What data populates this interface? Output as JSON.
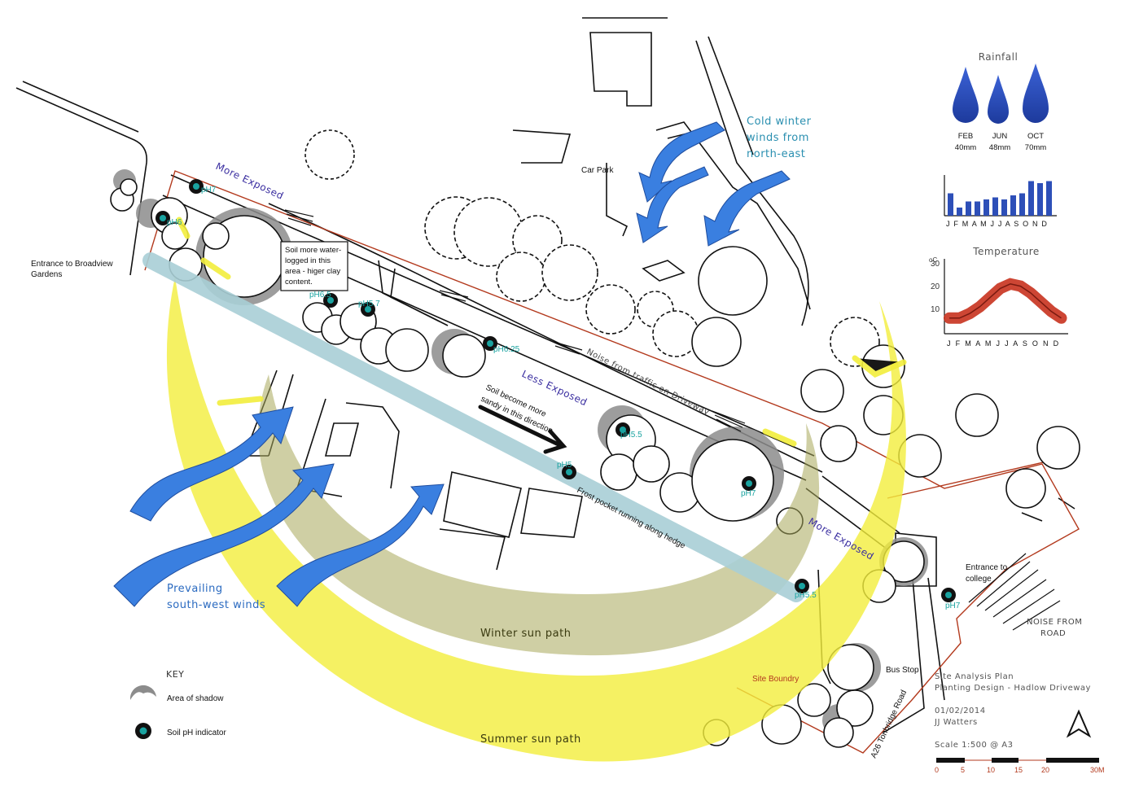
{
  "title_block": {
    "title": "Site Analysis Plan",
    "subtitle": "Planting Design - Hadlow Driveway",
    "date": "01/02/2014",
    "author": "JJ Watters",
    "scale": "Scale 1:500 @ A3",
    "scale_ticks": [
      "0",
      "5",
      "10",
      "15",
      "20",
      "30M"
    ]
  },
  "rainfall": {
    "heading": "Rainfall",
    "drops": [
      {
        "month": "FEB",
        "amount": "40mm"
      },
      {
        "month": "JUN",
        "amount": "48mm"
      },
      {
        "month": "OCT",
        "amount": "70mm"
      }
    ],
    "months_axis": "J F M A M J J A S O N D",
    "monthly_relative": [
      0.55,
      0.2,
      0.35,
      0.35,
      0.4,
      0.45,
      0.4,
      0.5,
      0.55,
      0.85,
      0.8,
      0.85
    ],
    "color": "#2d4fb8"
  },
  "temperature": {
    "heading": "Temperature",
    "unit": "oC",
    "y_ticks": [
      "30",
      "20",
      "10"
    ],
    "months_axis": "J F M A M J J A S O N D",
    "monthly_c": [
      4,
      4,
      6,
      9,
      13,
      17,
      19,
      18,
      15,
      11,
      7,
      4
    ],
    "color": "#c8321e"
  },
  "labels": {
    "cold_winds": [
      "Cold winter",
      "winds from",
      "north-east"
    ],
    "prevailing": [
      "Prevailing",
      "south-west winds"
    ],
    "winter_sun": "Winter sun path",
    "summer_sun": "Summer sun path",
    "more_exposed_top": "More Exposed",
    "more_exposed_right": "More Exposed",
    "less_exposed": "Less Exposed",
    "noise_driveway": "Noise from traffic on Driveway",
    "noise_road": [
      "NOISE FROM",
      "ROAD"
    ],
    "car_park": "Car Park",
    "entrance_broadview": [
      "Entrance to Broadview",
      "Gardens"
    ],
    "entrance_college": [
      "Entrance to",
      "college"
    ],
    "soil_waterlogged": [
      "Soil more water-",
      "logged in this",
      "area - higer clay",
      "content."
    ],
    "soil_sandy": [
      "Soil become more",
      "sandy in this direction"
    ],
    "frost_pocket": "Frost pocket running along hedge",
    "site_boundry": "Site Boundry",
    "bus_stop": "Bus Stop",
    "road": "A26 Tonbridge Road"
  },
  "key": {
    "heading": "KEY",
    "shadow": "Area of shadow",
    "soil_ph": "Soil pH indicator"
  },
  "ph_readings": [
    "pH7",
    "pH6",
    "pH6.5",
    "pH5.7",
    "pH6.25",
    "pH5.5",
    "pH5",
    "pH7",
    "pH5.5",
    "pH7"
  ],
  "colors": {
    "wind_blue": "#3a7fe0",
    "sun_yellow": "#f2ee3c",
    "frost_pocket": "#a9cfd6",
    "ph_marker": "#1aa3a0",
    "boundary": "#b33a1e",
    "heading_blue": "#2a8fb0",
    "exposure_text": "#3a2ea0"
  }
}
